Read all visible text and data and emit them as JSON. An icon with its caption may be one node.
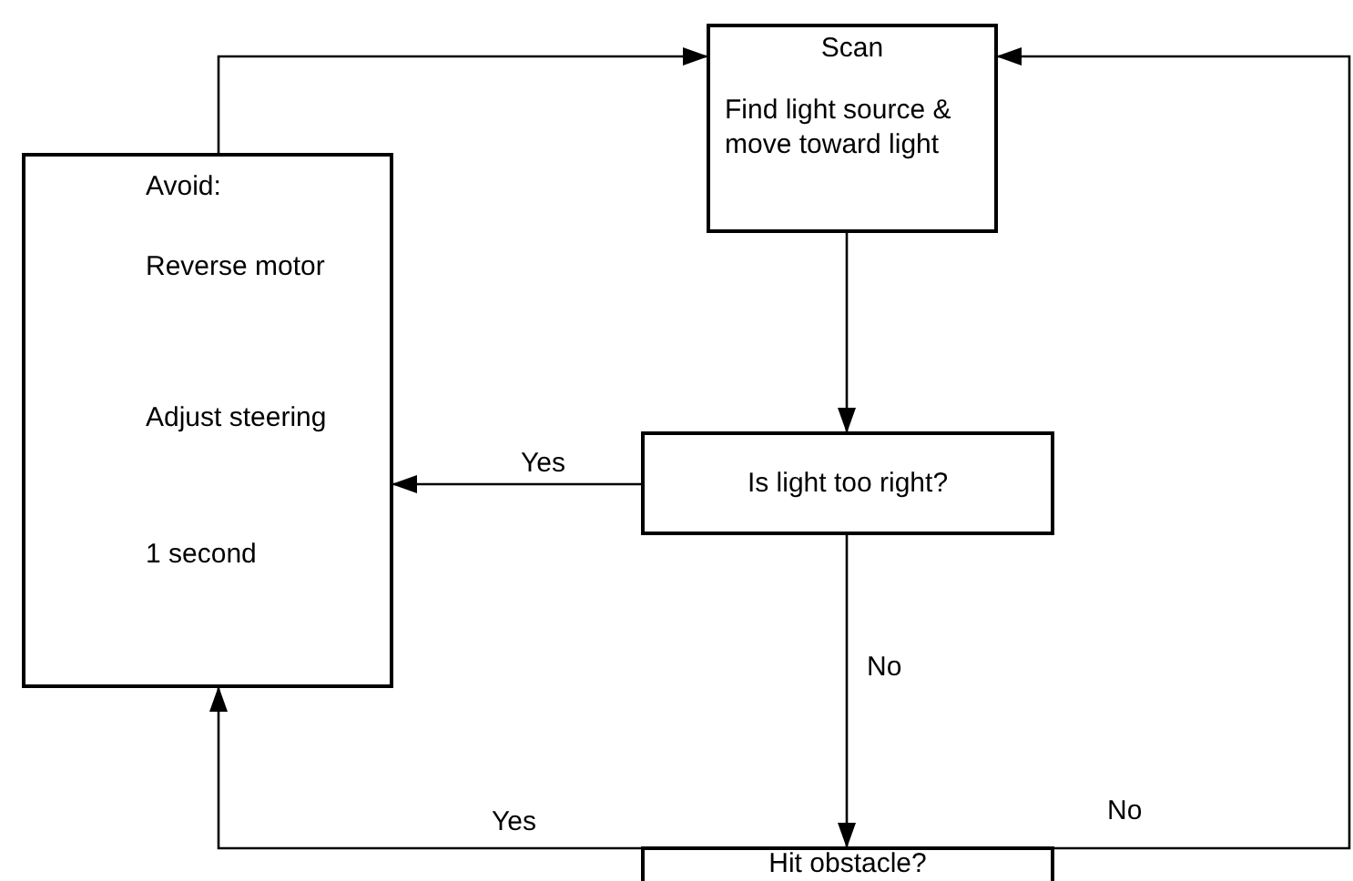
{
  "diagram": {
    "nodes": [
      {
        "text": [
          "Scan",
          "Find light source & move toward light"
        ]
      },
      {
        "text": [
          "Avoid:",
          "Reverse motor",
          "Adjust steering",
          "1 second"
        ]
      },
      {
        "text": [
          "Is light too right?"
        ]
      },
      {
        "text": [
          "Hit obstacle?"
        ]
      }
    ],
    "edges": [
      {
        "from": 1,
        "to": 0,
        "arrow": "to"
      },
      {
        "from": 0,
        "to": 2,
        "arrow": "to"
      },
      {
        "from": 2,
        "to": 1,
        "label": "Yes",
        "arrow": "to"
      },
      {
        "from": 2,
        "to": 3,
        "label": "No",
        "arrow": "to"
      },
      {
        "from": 3,
        "to": 1,
        "label": "Yes",
        "arrow": "to"
      },
      {
        "from": 3,
        "to": 0,
        "label": "No",
        "arrow": "to"
      }
    ]
  }
}
